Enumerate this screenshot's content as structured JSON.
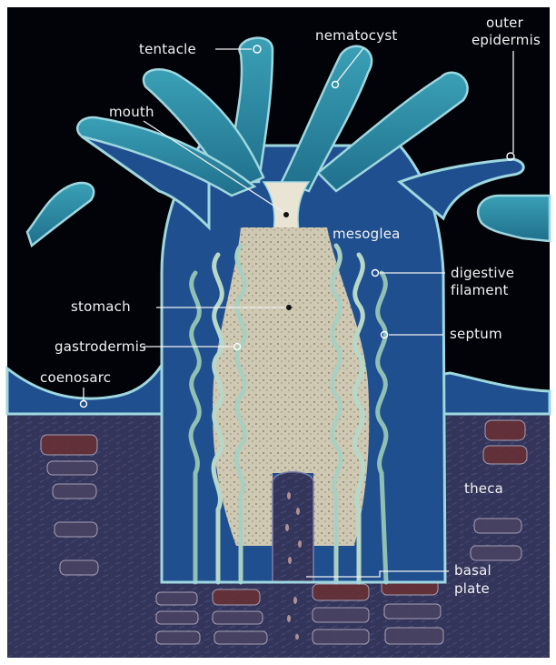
{
  "labels": {
    "tentacle": "tentacle",
    "nematocyst": "nematocyst",
    "outer_epidermis_line1": "outer",
    "outer_epidermis_line2": "epidermis",
    "mouth": "mouth",
    "mesoglea": "mesoglea",
    "digestive_filament_line1": "digestive",
    "digestive_filament_line2": "filament",
    "stomach": "stomach",
    "septum": "septum",
    "gastrodermis": "gastrodermis",
    "coenosarc": "coenosarc",
    "theca": "theca",
    "basal_plate_line1": "basal",
    "basal_plate_line2": "plate"
  },
  "colors": {
    "background": "#020308",
    "body_blue": "#1f4f8f",
    "tentacle_teal": "#2f8ea6",
    "outline": "#9fd7df",
    "gastrodermis_cream": "#d8d2bf",
    "skeleton": "#3a3b63",
    "skeleton_plate": "#6a3032",
    "label_text": "#f2f2f2"
  }
}
